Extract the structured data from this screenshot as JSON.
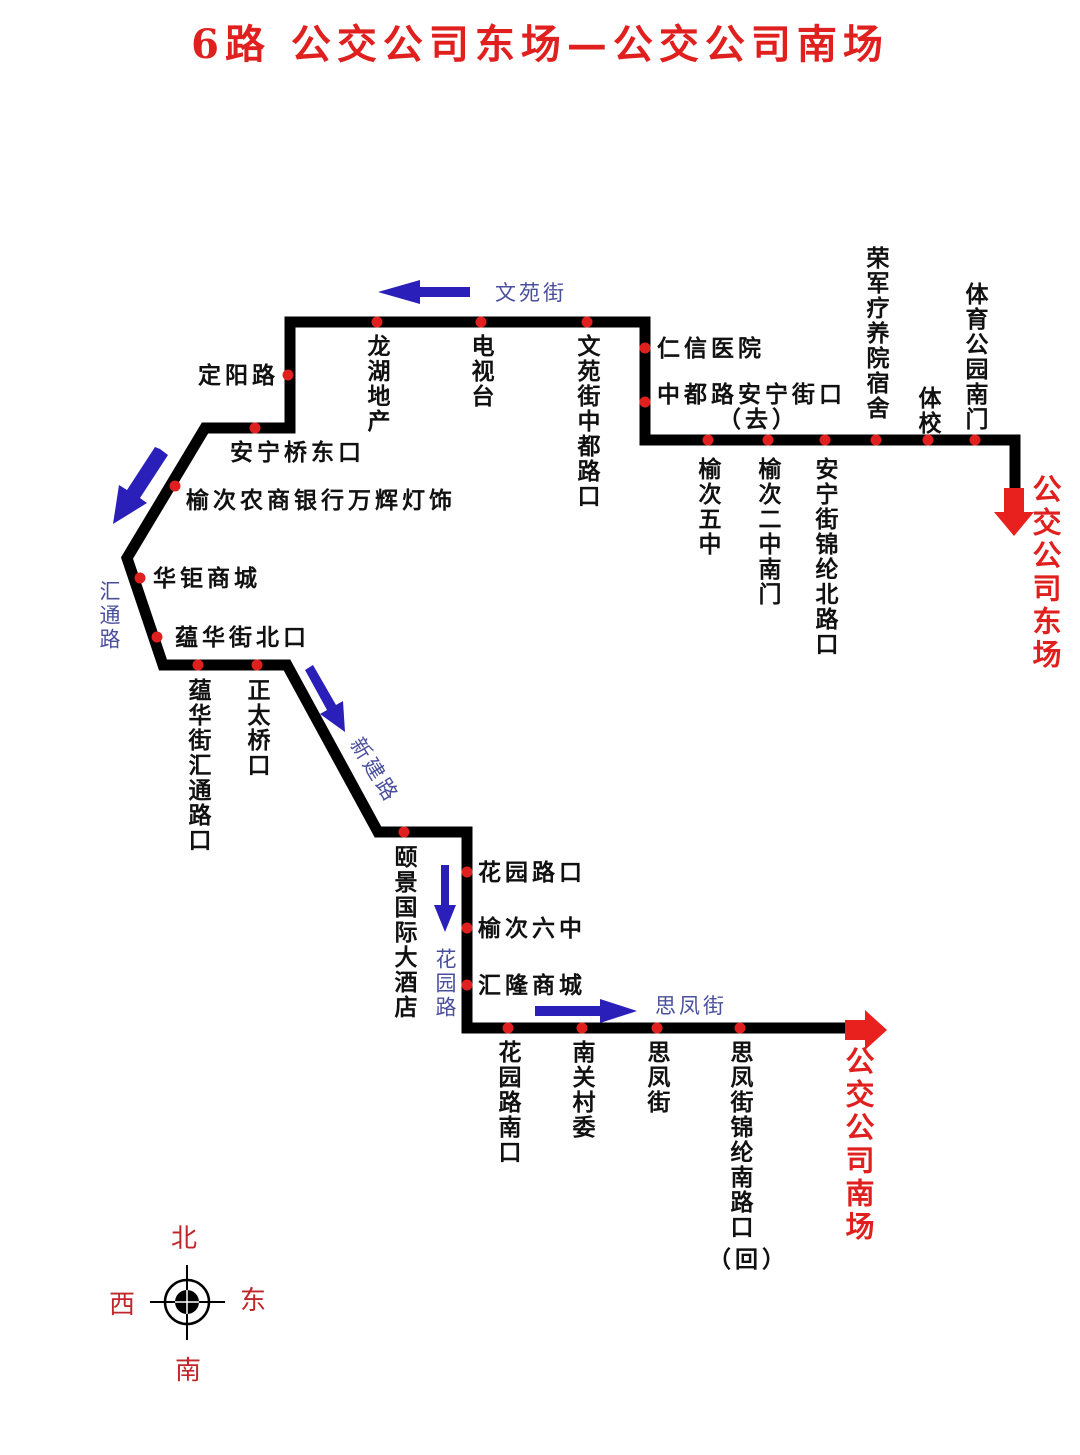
{
  "title": "6路  公交公司东场—公交公司南场",
  "colors": {
    "route": "#000000",
    "stop": "#e0201e",
    "direction_arrow": "#2a1fb8",
    "terminal": "#e0201e",
    "street": "#4a4f9c"
  },
  "stops": [
    {
      "name": "体育公园南门"
    },
    {
      "name": "体校"
    },
    {
      "name": "荣军疗养院宿舍"
    },
    {
      "name": "安宁街锦纶北路口"
    },
    {
      "name": "榆次二中南门"
    },
    {
      "name": "榆次五中"
    },
    {
      "name": "中都路安宁街口",
      "note": "（去）"
    },
    {
      "name": "仁信医院"
    },
    {
      "name": "文苑街中都路口"
    },
    {
      "name": "电视台"
    },
    {
      "name": "龙湖地产"
    },
    {
      "name": "定阳路"
    },
    {
      "name": "安宁桥东口"
    },
    {
      "name": "榆次农商银行万辉灯饰"
    },
    {
      "name": "华钜商城"
    },
    {
      "name": "蕴华街北口"
    },
    {
      "name": "蕴华街汇通路口"
    },
    {
      "name": "正太桥口"
    },
    {
      "name": "颐景国际大酒店"
    },
    {
      "name": "花园路口"
    },
    {
      "name": "榆次六中"
    },
    {
      "name": "汇隆商城"
    },
    {
      "name": "花园路南口"
    },
    {
      "name": "南关村委"
    },
    {
      "name": "思凤街"
    },
    {
      "name": "思凤街锦纶南路口",
      "note": "（回）"
    }
  ],
  "streets": {
    "wenyuan": "文苑街",
    "huitong": "汇通路",
    "xinjian": "新建路",
    "huayuan": "花园路",
    "sifeng": "思凤街"
  },
  "terminals": {
    "east": "公交公司东场",
    "south": "公交公司南场"
  },
  "compass": {
    "north": "北",
    "south": "南",
    "west": "西",
    "east": "东"
  }
}
